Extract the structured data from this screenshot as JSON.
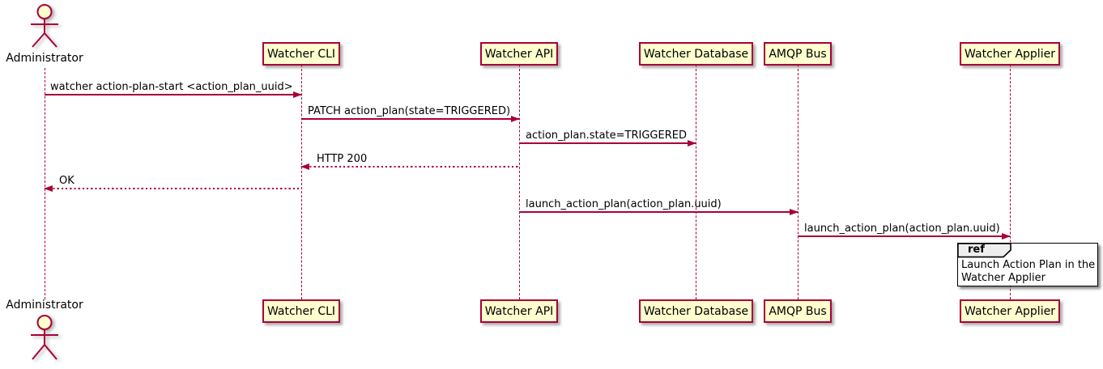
{
  "colors": {
    "accent": "#A80036",
    "box_fill": "#FEFECE",
    "ref_tab_fill": "#EEEEEE",
    "ref_border": "#000000",
    "text": "#000000"
  },
  "actor": {
    "label": "Administrator"
  },
  "participants": [
    {
      "label": "Watcher CLI"
    },
    {
      "label": "Watcher API"
    },
    {
      "label": "Watcher Database"
    },
    {
      "label": "AMQP Bus"
    },
    {
      "label": "Watcher Applier"
    }
  ],
  "messages": [
    {
      "from": "Administrator",
      "to": "Watcher CLI",
      "label": "watcher action-plan-start <action_plan_uuid>",
      "line": "solid"
    },
    {
      "from": "Watcher CLI",
      "to": "Watcher API",
      "label": "PATCH action_plan(state=TRIGGERED)",
      "line": "solid"
    },
    {
      "from": "Watcher API",
      "to": "Watcher Database",
      "label": "action_plan.state=TRIGGERED",
      "line": "solid"
    },
    {
      "from": "Watcher API",
      "to": "Watcher CLI",
      "label": "HTTP 200",
      "line": "dotted"
    },
    {
      "from": "Watcher CLI",
      "to": "Administrator",
      "label": "OK",
      "line": "dotted"
    },
    {
      "from": "Watcher API",
      "to": "AMQP Bus",
      "label": "launch_action_plan(action_plan.uuid)",
      "line": "solid"
    },
    {
      "from": "AMQP Bus",
      "to": "Watcher Applier",
      "label": "launch_action_plan(action_plan.uuid)",
      "line": "solid"
    }
  ],
  "ref": {
    "tag": "ref",
    "line1": "Launch Action Plan in the",
    "line2": "Watcher Applier"
  }
}
